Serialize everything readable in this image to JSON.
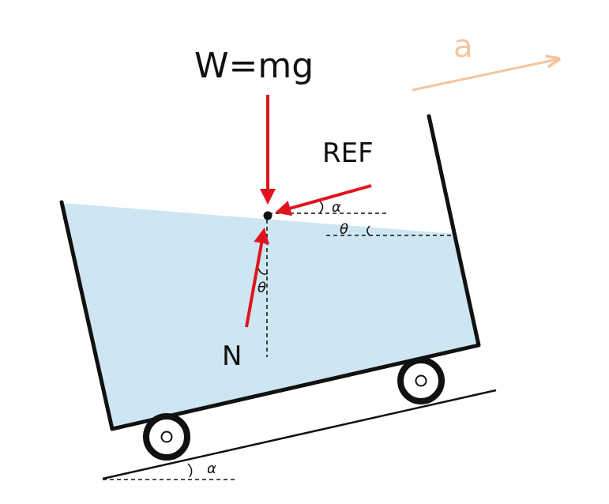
{
  "labels": {
    "weight": "W=mg",
    "ref_force": "REF",
    "normal": "N",
    "accel": "a",
    "alpha_surface": "α",
    "theta_surface": "θ",
    "theta_normal": "θ",
    "alpha_ground": "α"
  },
  "colors": {
    "liquid": "#cde6f1",
    "force_arrow": "#e0141e",
    "accel_arrow": "#f3c6a0",
    "outline": "#111111"
  }
}
